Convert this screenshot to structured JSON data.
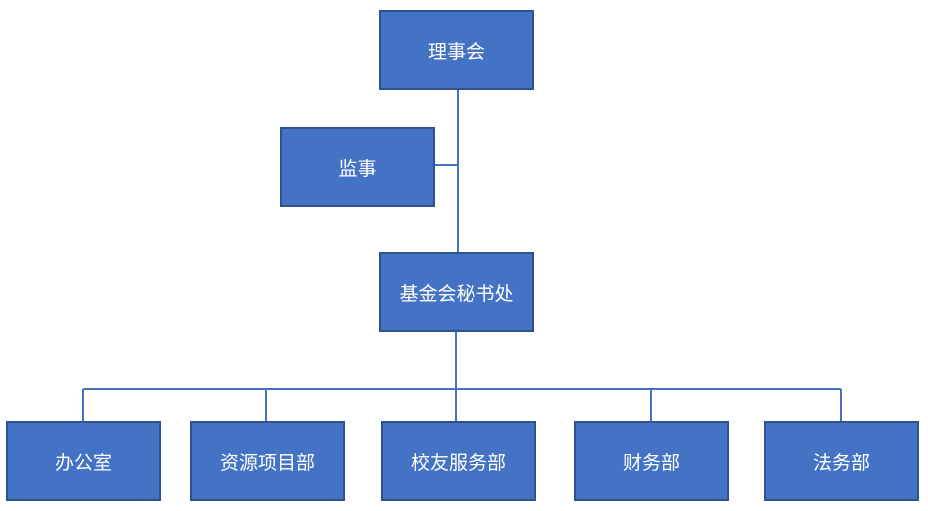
{
  "org_chart": {
    "board": "理事会",
    "supervisor": "监事",
    "secretariat": "基金会秘书处",
    "departments": [
      "办公室",
      "资源项目部",
      "校友服务部",
      "财务部",
      "法务部"
    ]
  },
  "colors": {
    "box_fill": "#4472c4",
    "box_border": "#2f528f",
    "box_text": "#ffffff",
    "connector": "#4472c4"
  }
}
